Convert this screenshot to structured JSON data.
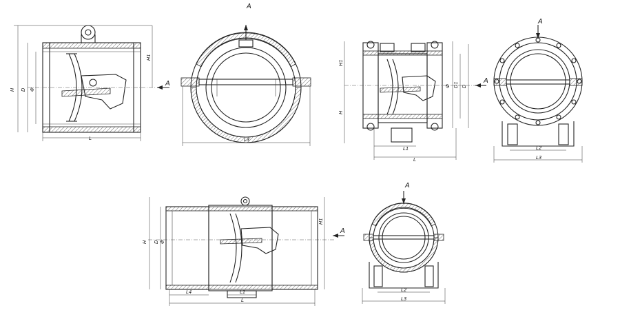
{
  "drawing": {
    "view_top_left_side": {
      "L": "L",
      "H": "H",
      "D": "D",
      "Phi": "Ф",
      "H1": "H1",
      "A": "A"
    },
    "view_top_left_front": {
      "L3": "L3",
      "A": "A"
    },
    "view_top_right_side": {
      "H1": "H1",
      "H": "H",
      "D": "D",
      "D1": "D1",
      "Phi": "Ф",
      "L1": "L1",
      "L": "L",
      "A": "A"
    },
    "view_top_right_front": {
      "L2": "L2",
      "L3": "L3",
      "A": "A"
    },
    "view_bottom_side": {
      "H": "H",
      "D": "D",
      "Phi": "Ф",
      "H1": "H1",
      "L4": "L4",
      "L1": "L1",
      "L": "L",
      "A": "A"
    },
    "view_bottom_front": {
      "L2": "L2",
      "L3": "L3",
      "A": "A"
    }
  }
}
